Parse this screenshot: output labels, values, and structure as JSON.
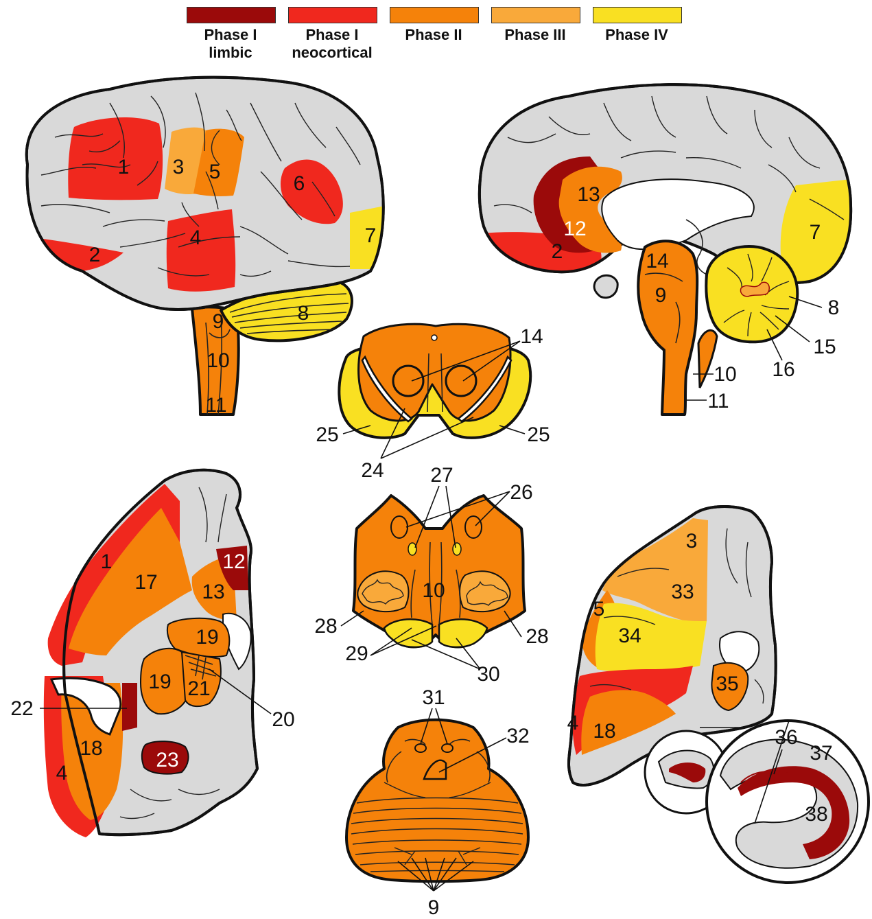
{
  "colors": {
    "phase1_limbic": "#9b0a0a",
    "phase1_neocortical": "#f0281e",
    "phase2": "#f5820a",
    "phase3": "#f9a93a",
    "phase4": "#f9e022",
    "unaffected": "#d9d9d9",
    "outline": "#111111"
  },
  "legend": [
    {
      "label": "Phase I\nlimbic",
      "color": "#9b0a0a"
    },
    {
      "label": "Phase I\nneocortical",
      "color": "#f0281e"
    },
    {
      "label": "Phase II",
      "color": "#f5820a"
    },
    {
      "label": "Phase III",
      "color": "#f9a93a"
    },
    {
      "label": "Phase IV",
      "color": "#f9e022"
    }
  ],
  "lateral_view": {
    "labels": [
      "1",
      "2",
      "3",
      "4",
      "5",
      "6",
      "7",
      "8",
      "9",
      "10",
      "11"
    ]
  },
  "medial_view": {
    "labels": [
      "2",
      "7",
      "8",
      "9",
      "10",
      "11",
      "12",
      "13",
      "14",
      "15",
      "16"
    ]
  },
  "midbrain_section": {
    "labels": [
      "14",
      "25",
      "25",
      "24"
    ]
  },
  "medulla_section": {
    "labels": [
      "27",
      "26",
      "10",
      "28",
      "28",
      "29",
      "30"
    ]
  },
  "pons_section": {
    "labels": [
      "31",
      "32",
      "9"
    ]
  },
  "coronal_left": {
    "labels": [
      "1",
      "17",
      "12",
      "13",
      "19",
      "19",
      "21",
      "20",
      "22",
      "18",
      "4",
      "23"
    ]
  },
  "coronal_right": {
    "labels": [
      "3",
      "33",
      "5",
      "34",
      "35",
      "4",
      "18",
      "36",
      "37",
      "38"
    ]
  }
}
